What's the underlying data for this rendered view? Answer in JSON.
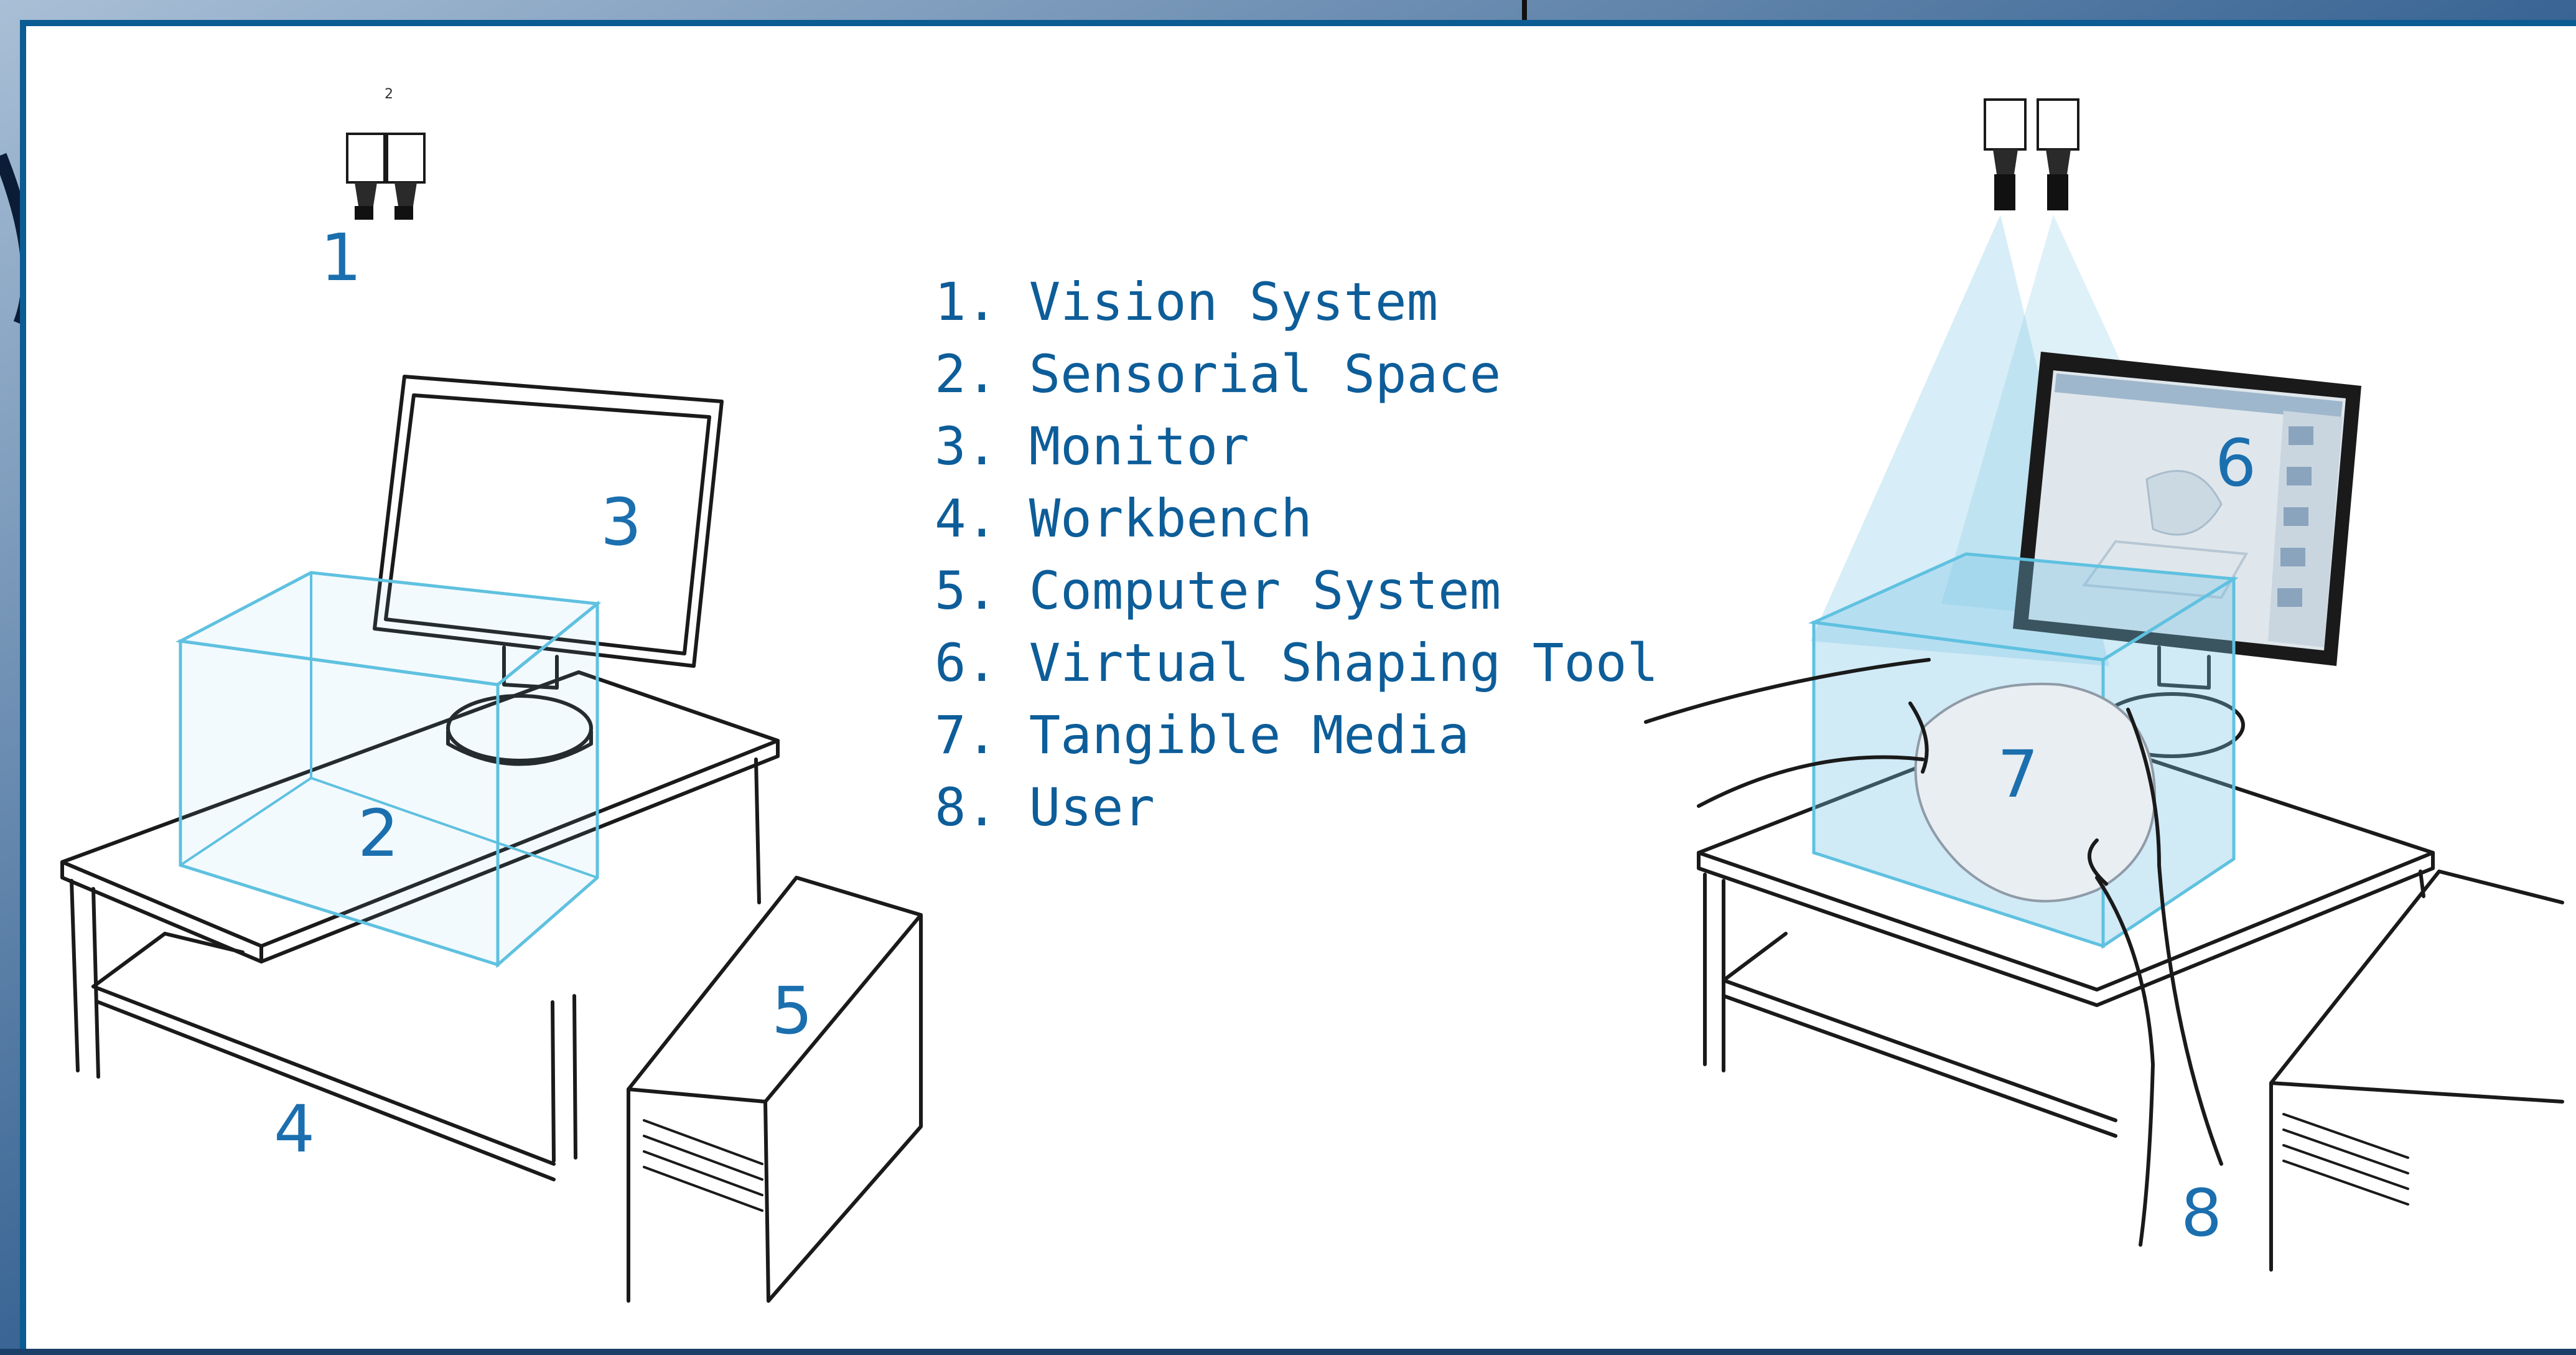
{
  "legend": [
    "1. Vision System",
    "2. Sensorial Space",
    "3. Monitor",
    "4. Workbench",
    "5. Computer System",
    "6. Virtual Shaping Tool",
    "7. Tangible Media",
    "8. User"
  ],
  "callouts": {
    "vision_system": "1",
    "sensorial_space": "2",
    "monitor": "3",
    "workbench": "4",
    "computer_system": "5",
    "virtual_shaping_tool": "6",
    "tangible_media": "7",
    "user": "8"
  },
  "colors": {
    "frame": "#0b5c93",
    "label": "#1b6fae",
    "sensorial_space": "#5fc1e0",
    "line_art": "#1a1a1a"
  }
}
